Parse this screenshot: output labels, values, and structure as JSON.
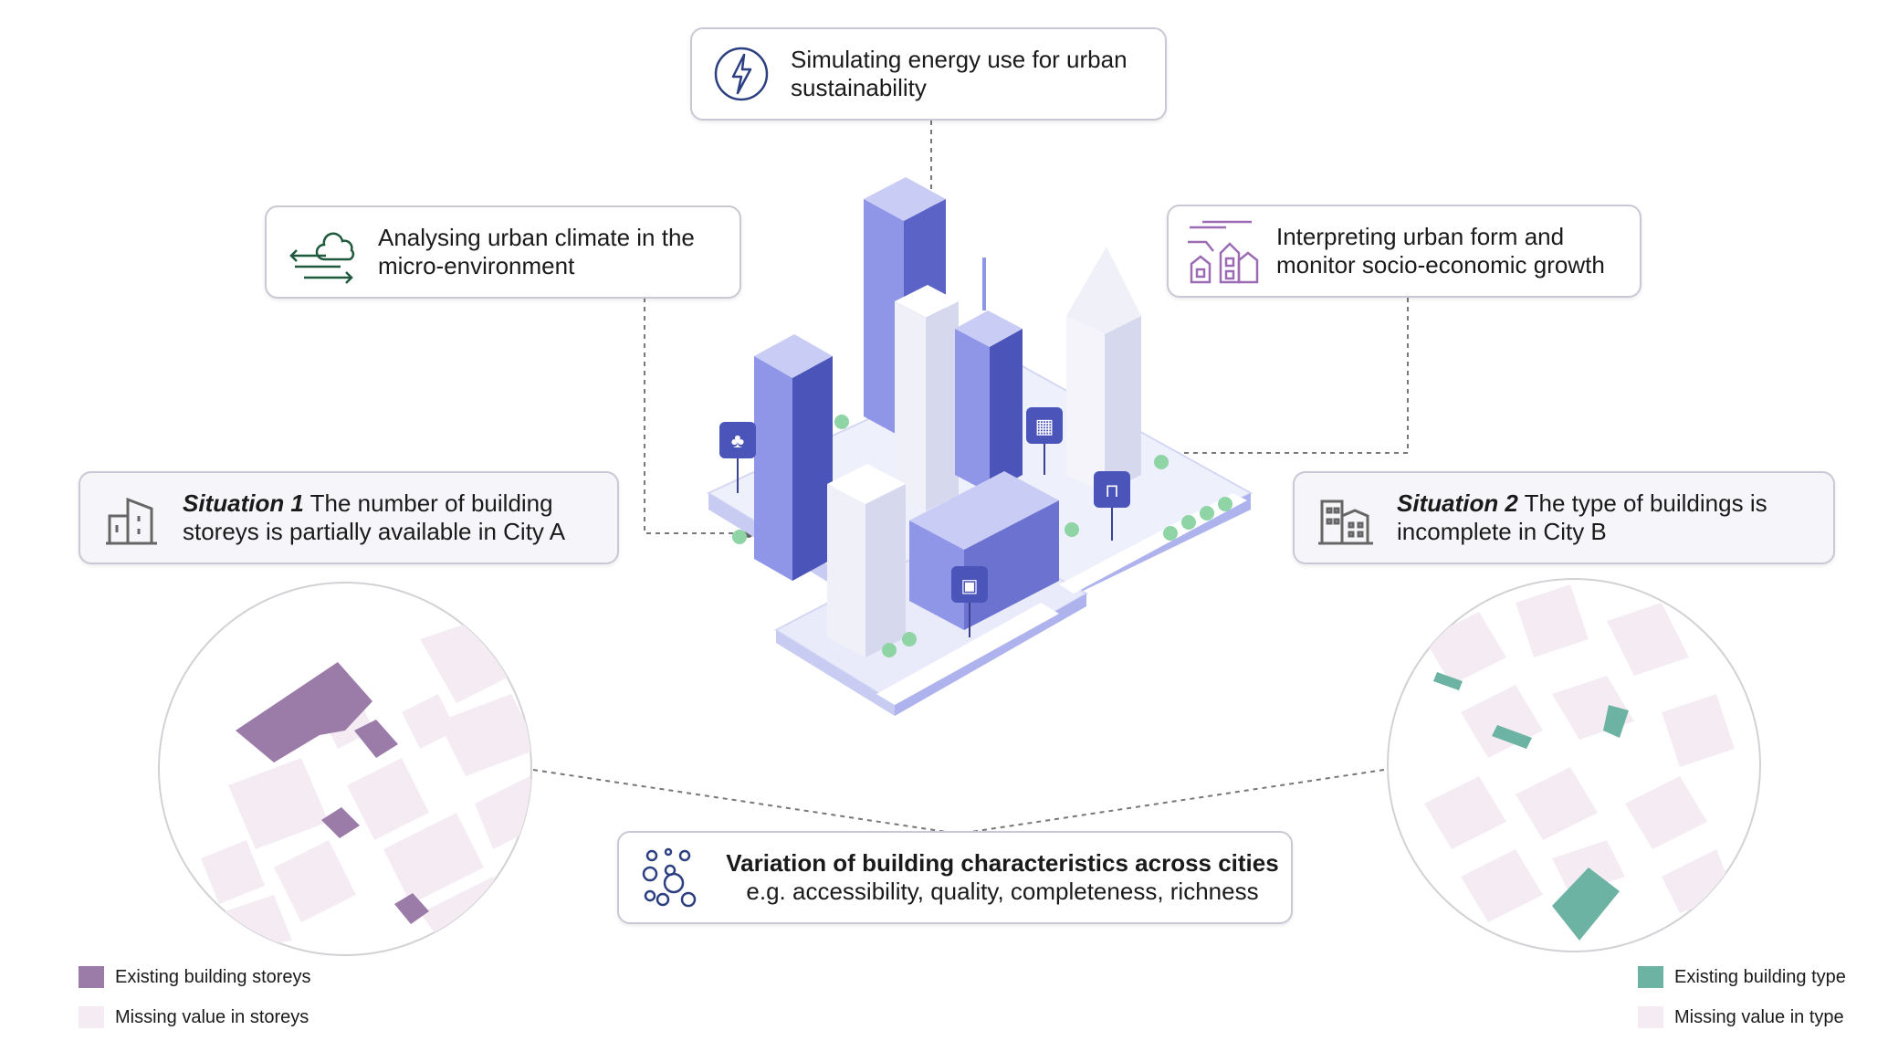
{
  "cards": {
    "energy": {
      "text": "Simulating energy use for urban sustainability",
      "icon": "energy-bolt-icon"
    },
    "climate": {
      "text": "Analysing urban climate in the micro-environment",
      "icon": "cloud-wind-icon"
    },
    "form": {
      "text": "Interpreting urban form and monitor socio-economic growth",
      "icon": "town-icon"
    },
    "situation1": {
      "label": "Situation 1",
      "text": " The number of building storeys is partially available in City A",
      "icon": "building-icon"
    },
    "situation2": {
      "label": "Situation 2",
      "text": " The type of buildings is incomplete in City B",
      "icon": "buildings-icon"
    },
    "variation": {
      "title": "Variation of building characteristics across cities",
      "subtitle": "e.g. accessibility, quality, completeness, richness",
      "icon": "bubbles-icon"
    }
  },
  "legend_left": [
    {
      "label": "Existing building storeys",
      "color": "#9b7ca8"
    },
    {
      "label": "Missing value in storeys",
      "color": "#f5ecf3"
    }
  ],
  "legend_right": [
    {
      "label": "Existing building type",
      "color": "#6cb3a3"
    },
    {
      "label": "Missing value in type",
      "color": "#f5ecf3"
    }
  ],
  "colors": {
    "building_light": "#c8cbf5",
    "building_mid": "#8f96e8",
    "building_dark": "#4b54b8",
    "storeys_existing": "#9b7ca8",
    "type_existing": "#6cb3a3",
    "missing": "#f5ecf3"
  }
}
